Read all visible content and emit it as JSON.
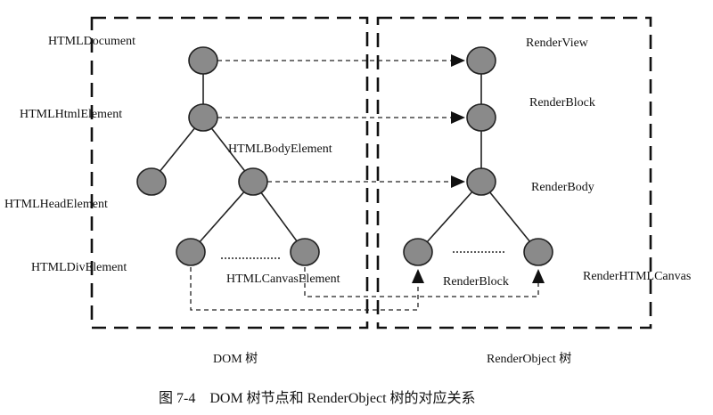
{
  "dom_tree": {
    "labels": {
      "html_document": "HTMLDocument",
      "html_html_element": "HTMLHtmlElement",
      "html_body_element": "HTMLBodyElement",
      "html_head_element": "HTMLHeadElement",
      "html_div_element": "HTMLDivElement",
      "html_canvas_element": "HTMLCanvasElement"
    },
    "title": "DOM 树"
  },
  "render_tree": {
    "labels": {
      "render_view": "RenderView",
      "render_block_top": "RenderBlock",
      "render_body": "RenderBody",
      "render_block_bottom": "RenderBlock",
      "render_html_canvas": "RenderHTMLCanvas"
    },
    "title": "RenderObject 树"
  },
  "caption": "图 7-4    DOM 树节点和 RenderObject 树的对应关系",
  "colors": {
    "node_fill": "#8a8a8a",
    "stroke": "#222222"
  }
}
